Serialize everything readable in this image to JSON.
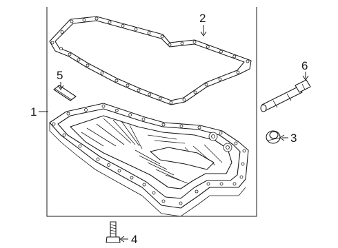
{
  "callouts": {
    "c1": "1",
    "c2": "2",
    "c3": "3",
    "c4": "4",
    "c5": "5",
    "c6": "6"
  },
  "parts": [
    {
      "id": "1",
      "icon": "oil-pan"
    },
    {
      "id": "2",
      "icon": "pan-gasket"
    },
    {
      "id": "3",
      "icon": "drain-plug"
    },
    {
      "id": "4",
      "icon": "pan-bolt"
    },
    {
      "id": "5",
      "icon": "filter-seal"
    },
    {
      "id": "6",
      "icon": "oil-tube"
    }
  ]
}
